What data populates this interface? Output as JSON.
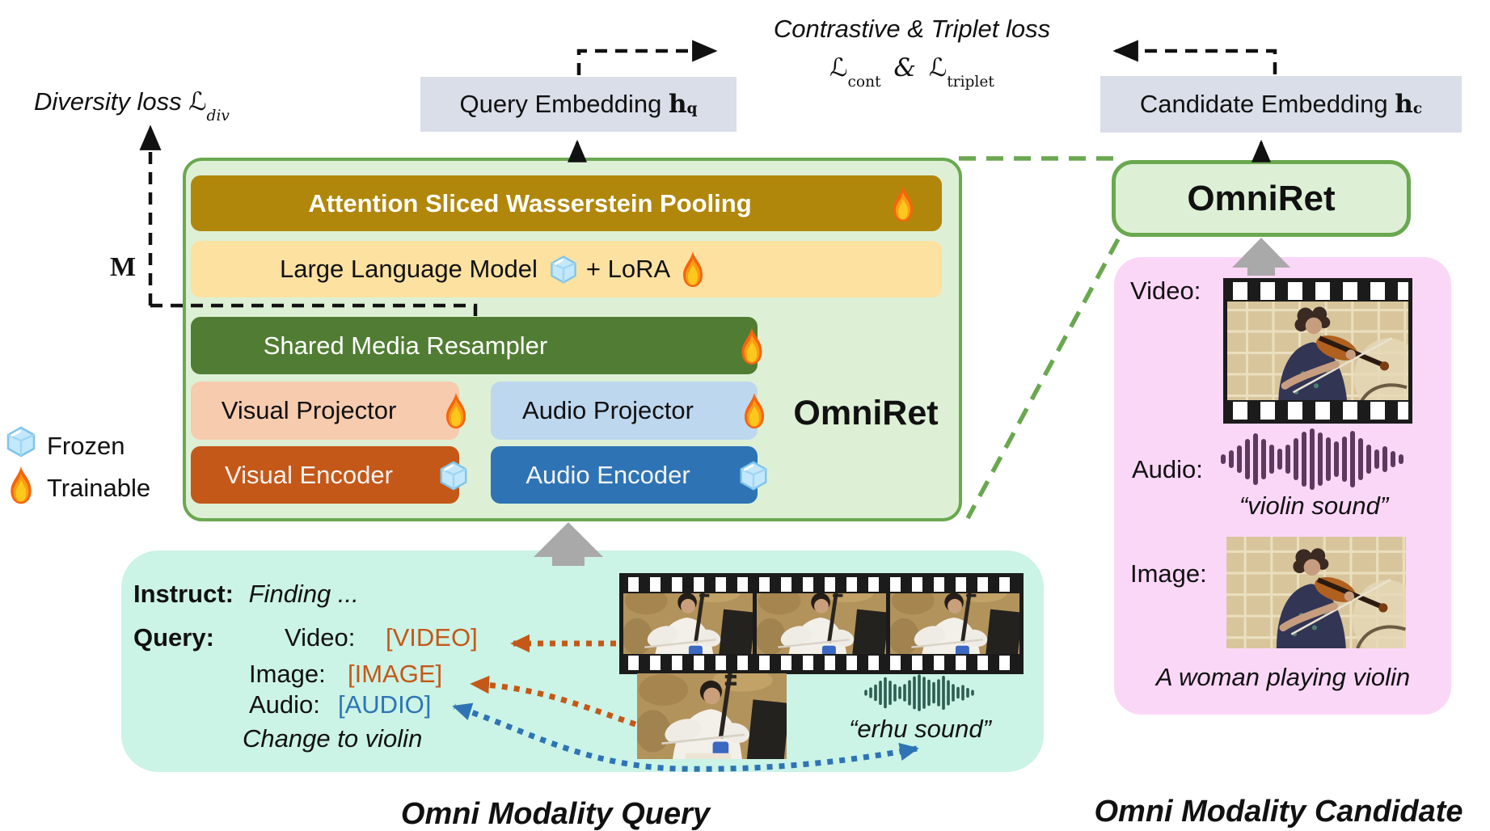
{
  "losses": {
    "diversity_label": "Diversity loss",
    "diversity_l": "ℒ",
    "diversity_sub": "div",
    "m_label": "M",
    "contrastive_title": "Contrastive & Triplet loss",
    "formula": {
      "l1": "ℒ",
      "sub1": "cont",
      "amp": "&",
      "l2": "ℒ",
      "sub2": "triplet"
    }
  },
  "embeddings": {
    "query": {
      "label": "Query Embedding",
      "sym": "h",
      "sub": "q"
    },
    "candidate": {
      "label": "Candidate Embedding",
      "sym": "h",
      "sub": "c"
    }
  },
  "model": {
    "name": "OmniRet",
    "layers": {
      "pooling": "Attention Sliced Wasserstein Pooling",
      "llm_text": "Large Language Model",
      "llm_lora": "+ LoRA",
      "resampler": "Shared Media Resampler",
      "visual_projector": "Visual Projector",
      "audio_projector": "Audio Projector",
      "visual_encoder": "Visual Encoder",
      "audio_encoder": "Audio Encoder"
    }
  },
  "legend": {
    "frozen": "Frozen",
    "trainable": "Trainable",
    "frozen_icon": "ice-cube-icon",
    "trainable_icon": "flame-icon"
  },
  "query_panel": {
    "instruct_label": "Instruct:",
    "instruct_value": "Finding ...",
    "query_label": "Query:",
    "video_label": "Video:",
    "video_token": "[VIDEO]",
    "image_label": "Image:",
    "image_token": "[IMAGE]",
    "audio_label": "Audio:",
    "audio_token": "[AUDIO]",
    "note": "Change to violin",
    "audio_caption": "“erhu sound”",
    "caption": "Omni Modality Query"
  },
  "candidate_panel": {
    "model_name": "OmniRet",
    "video_label": "Video:",
    "audio_label": "Audio:",
    "audio_caption": "“violin sound”",
    "image_label": "Image:",
    "text_caption": "A woman playing violin",
    "caption": "Omni Modality Candidate"
  },
  "colors": {
    "accent_green": "#6aa84f",
    "gold": "#b1870b",
    "cream": "#fde1a0",
    "resampler_green": "#507d33",
    "salmon": "#f7cbad",
    "light_blue": "#bdd7ee",
    "rust_orange": "#c45818",
    "encoder_blue": "#2e74b5",
    "embedding_gray": "#d9dee9",
    "mint": "#cbf3e6",
    "pink": "#fbd7f7",
    "model_box_green": "#ddf0d6"
  }
}
